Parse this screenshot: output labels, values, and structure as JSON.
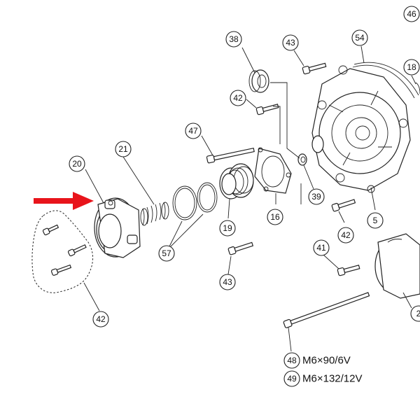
{
  "callouts": [
    {
      "id": "c46",
      "label": "46"
    },
    {
      "id": "c38",
      "label": "38"
    },
    {
      "id": "c43a",
      "label": "43"
    },
    {
      "id": "c54",
      "label": "54"
    },
    {
      "id": "c18",
      "label": "18"
    },
    {
      "id": "c42a",
      "label": "42"
    },
    {
      "id": "c47",
      "label": "47"
    },
    {
      "id": "c21",
      "label": "21"
    },
    {
      "id": "c20",
      "label": "20"
    },
    {
      "id": "c16",
      "label": "16"
    },
    {
      "id": "c39",
      "label": "39"
    },
    {
      "id": "c5",
      "label": "5"
    },
    {
      "id": "c42b",
      "label": "42"
    },
    {
      "id": "c19",
      "label": "19"
    },
    {
      "id": "c57",
      "label": "57"
    },
    {
      "id": "c41",
      "label": "41"
    },
    {
      "id": "c43b",
      "label": "43"
    },
    {
      "id": "c42c",
      "label": "42"
    },
    {
      "id": "c2",
      "label": "2"
    },
    {
      "id": "c48",
      "label": "48"
    },
    {
      "id": "c49",
      "label": "49"
    }
  ],
  "bolt_specs": [
    {
      "ref": "48",
      "text": "M6×90/6V"
    },
    {
      "ref": "49",
      "text": "M6×132/12V"
    }
  ],
  "colors": {
    "arrow": "#e8141b",
    "line": "#222222"
  }
}
